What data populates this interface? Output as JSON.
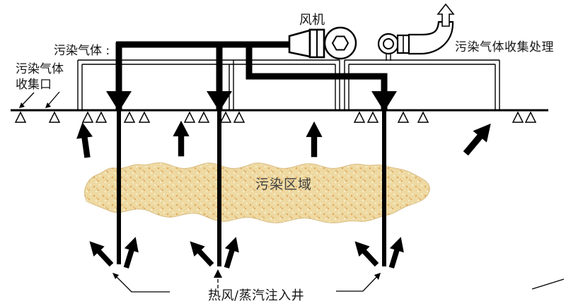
{
  "labels": {
    "fan": "风机",
    "polluted_gas": "污染气体 :",
    "collection_port_line1": "污染气体",
    "collection_port_line2": "收集口",
    "treatment": "污染气体收集处理",
    "contaminated_zone": "污染区域",
    "injection_well": "热风/蒸汽注入井"
  },
  "colors": {
    "line": "#000000",
    "background": "#ffffff",
    "zone_fill": "#eed9a2",
    "zone_speckle_dark": "#dfa95f",
    "zone_speckle_light": "#f7eecb",
    "zone_outline": "#d9bd85"
  }
}
